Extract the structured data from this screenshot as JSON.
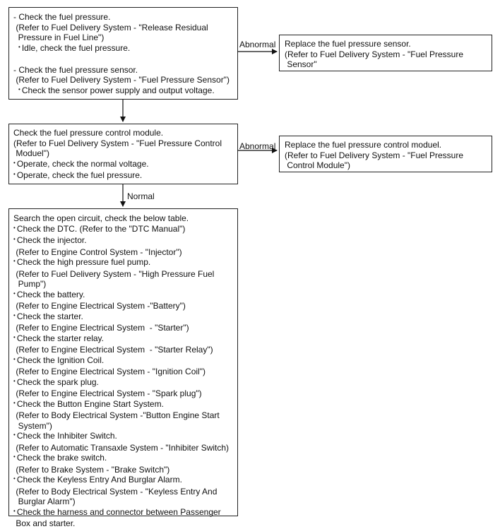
{
  "box1": {
    "lines": [
      "- Check the fuel pressure.",
      " (Refer to Fuel Delivery System - \"Release Residual",
      "  Pressure in Fuel Line\")",
      "Idle, check the fuel pressure.",
      "",
      "- Check the fuel pressure sensor.",
      " (Refer to Fuel Delivery System - \"Fuel Pressure Sensor\")",
      "Check the sensor power supply and output voltage."
    ]
  },
  "box1_right": {
    "lines": [
      "Replace the fuel pressure sensor.",
      "(Refer to Fuel Delivery System - \"Fuel Pressure",
      " Sensor\""
    ]
  },
  "box2": {
    "lines": [
      "Check the fuel pressure control module.",
      "(Refer to Fuel Delivery System - \"Fuel Pressure Control",
      " Moduel\")",
      "Operate, check the normal voltage.",
      "Operate, check the fuel pressure."
    ]
  },
  "box2_right": {
    "lines": [
      "Replace the fuel pressure control moduel.",
      "(Refer to Fuel Delivery System - \"Fuel Pressure",
      " Control Module\")"
    ]
  },
  "box3": {
    "lines": [
      "Search the open circuit, check the below table.",
      "Check the DTC. (Refer to the \"DTC Manual\")",
      "Check the injector.",
      " (Refer to Engine Control System - \"Injector\")",
      "Check the high pressure fuel pump.",
      " (Refer to Fuel Delivery System - \"High Pressure Fuel",
      "  Pump\")",
      "Check the battery.",
      " (Refer to Engine Electrical System -\"Battery\")",
      "Check the starter.",
      " (Refer to Engine Electrical System  - \"Starter\")",
      "Check the starter relay.",
      " (Refer to Engine Electrical System  - \"Starter Relay\")",
      "Check the Ignition Coil.",
      " (Refer to Engine Electrical System - \"Ignition Coil\")",
      "Check the spark plug.",
      " (Refer to Engine Electrical System - \"Spark plug\")",
      "Check the Button Engine Start System.",
      " (Refer to Body Electrical System -\"Button Engine Start",
      "  System\")",
      "Check the Inhibiter Switch.",
      " (Refer to Automatic Transaxle System - \"Inhibiter Switch)",
      "Check the brake switch.",
      " (Refer to Brake System - \"Brake Switch\")",
      "Check the Keyless Entry And Burglar Alarm.",
      " (Refer to Body Electrical System - \"Keyless Entry And",
      "  Burglar Alarm\")",
      "Check the harness and connector between Passenger",
      " Box and starter."
    ]
  },
  "labels": {
    "abnormal1": "Abnormal",
    "abnormal2": "Abnormal",
    "normal": "Normal"
  }
}
